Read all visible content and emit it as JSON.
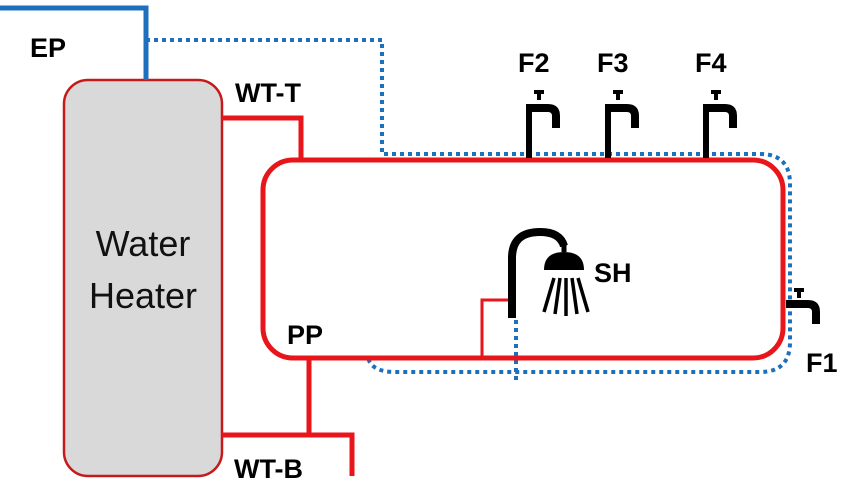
{
  "labels": {
    "ep": "EP",
    "wt_t": "WT-T",
    "wt_b": "WT-B",
    "pp": "PP",
    "sh": "SH",
    "f1": "F1",
    "f2": "F2",
    "f3": "F3",
    "f4": "F4",
    "heater_line1": "Water",
    "heater_line2": "Heater"
  },
  "colors": {
    "hot_pipe": "#e8151b",
    "return_pipe": "#1f6fbf",
    "heater_fill": "#d9d9d9",
    "heater_stroke": "#c41a1a",
    "fixture": "#000000"
  },
  "icons": {
    "faucet": "faucet-icon",
    "shower": "shower-icon"
  }
}
